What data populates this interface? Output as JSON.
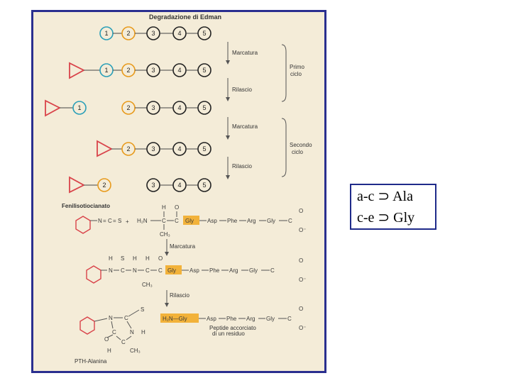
{
  "diagram": {
    "title": "Degradazione di Edman",
    "residues": [
      "1",
      "2",
      "3",
      "4",
      "5"
    ],
    "steps": {
      "marcatura": "Marcatura",
      "rilascio": "Rilascio",
      "primo_ciclo": [
        "Primo",
        "ciclo"
      ],
      "secondo_ciclo": [
        "Secondo",
        "ciclo"
      ]
    },
    "reagent_label": "Fenilisotiocianato",
    "chem": {
      "n": "N",
      "c": "C",
      "s": "S",
      "h": "H",
      "o": "O",
      "o_minus": "O⁻",
      "plus": "+",
      "h2n": "H₂N",
      "ch3": "CH₃",
      "gly": "Gly",
      "asp": "Asp",
      "phe": "Phe",
      "arg": "Arg",
      "h2n_gly": "H₂N—Gly"
    },
    "chem_steps": {
      "marcatura": "Marcatura",
      "rilascio": "Rilascio"
    },
    "peptide_note": [
      "Peptide accorciato",
      "di un residuo"
    ],
    "product_label": "PTH-Alanina"
  },
  "answer": {
    "line1": "a-c ⊃ Ala",
    "line2": "c-e ⊃ Gly"
  },
  "colors": {
    "frame_border": "#2a2f8f",
    "panel_bg": "#f4ecd8",
    "residue_1": "#2a9fb8",
    "residue_2": "#e89a1c",
    "residue_dark": "#222222",
    "reagent": "#d9434a",
    "gly_highlight": "#f2b23a"
  }
}
